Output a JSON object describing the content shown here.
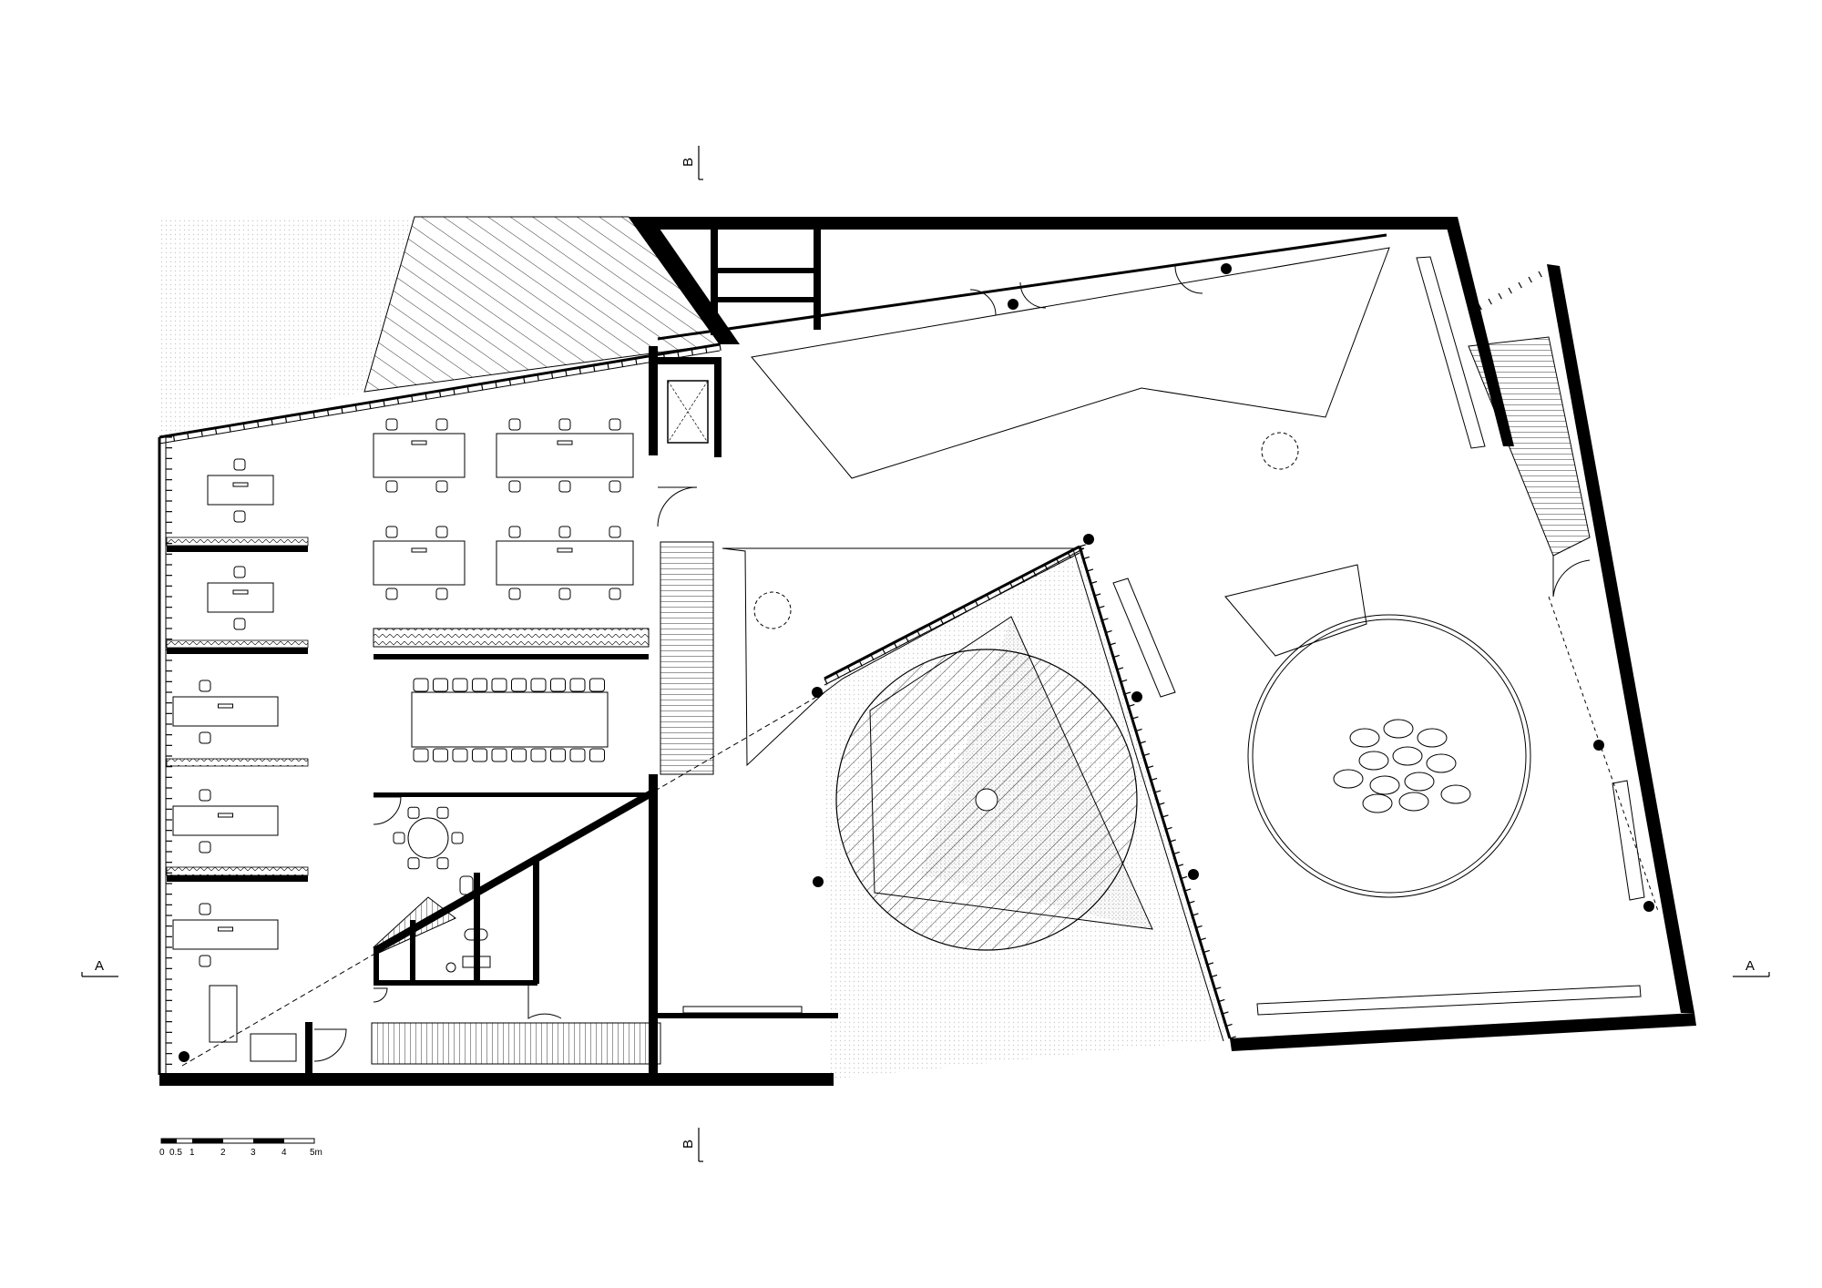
{
  "section_markers": {
    "a_left": "A",
    "a_right": "A",
    "b_top": "B",
    "b_bottom": "B"
  },
  "scale_bar": {
    "unit": "m",
    "ticks": [
      "0",
      "0.5",
      "1",
      "2",
      "3",
      "4",
      "5m"
    ]
  },
  "colors": {
    "ink": "#000000",
    "paper": "#ffffff",
    "exterior_dots": "#d8d8d8"
  }
}
